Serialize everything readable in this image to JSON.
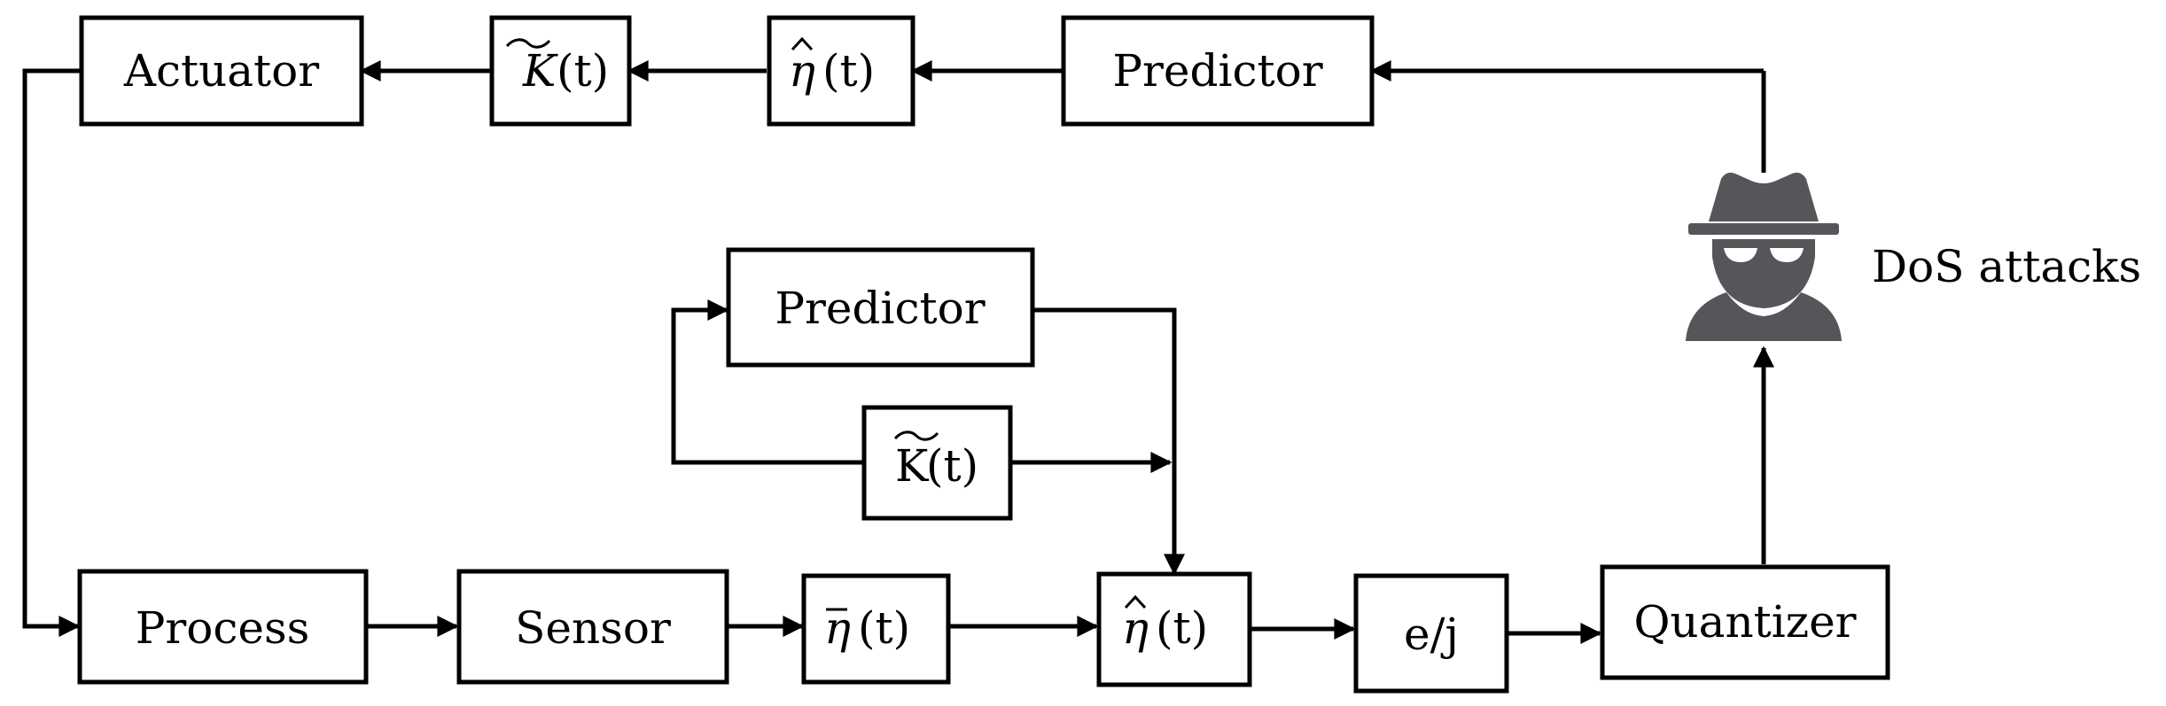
{
  "blocks": {
    "actuator": "Actuator",
    "k_hat_top": {
      "symbol": "K",
      "arg": "(t)"
    },
    "eta_hat_top": {
      "symbol": "η",
      "arg": "(t)"
    },
    "predictor_top": "Predictor",
    "predictor_mid": "Predictor",
    "k_hat_mid": {
      "symbol": "K",
      "arg": "(t)"
    },
    "process": "Process",
    "sensor": "Sensor",
    "eta_bar": {
      "symbol": "η",
      "arg": "(t)"
    },
    "eta_hat_bottom": {
      "symbol": "η",
      "arg": "(t)"
    },
    "ej": "e/j",
    "quantizer": "Quantizer"
  },
  "attacker": {
    "label": "DoS attacks",
    "icon": "hacker-spy-icon",
    "color": "#54565a"
  }
}
